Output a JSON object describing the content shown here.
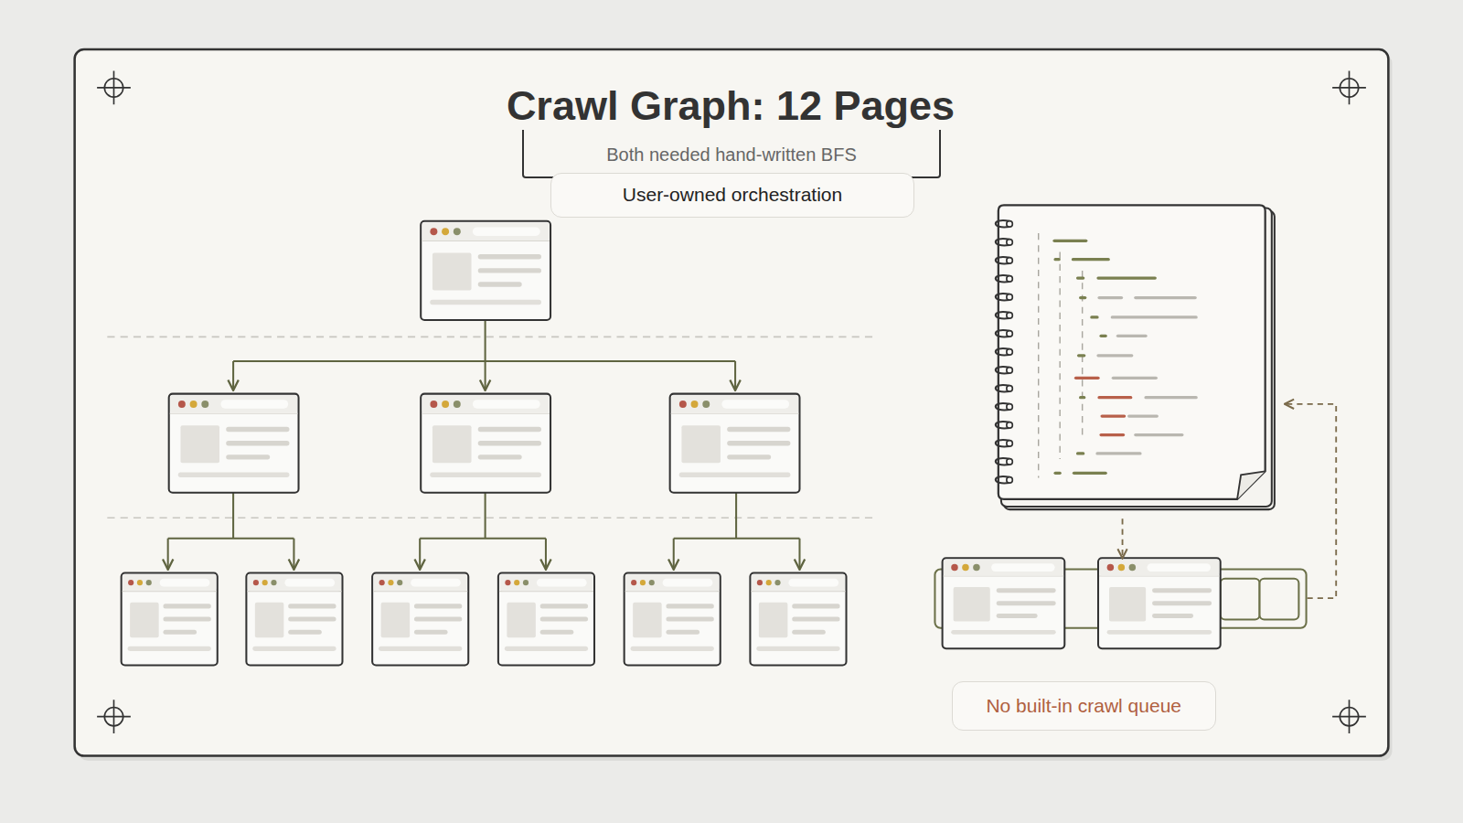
{
  "diagram": {
    "title": "Crawl Graph: 12 Pages",
    "nodes": [
      {
        "text": [
          "Both needed hand-written BFS"
        ]
      },
      {
        "text": [
          "User-owned orchestration"
        ]
      },
      {
        "text": [
          "No built-in crawl queue"
        ]
      }
    ]
  }
}
